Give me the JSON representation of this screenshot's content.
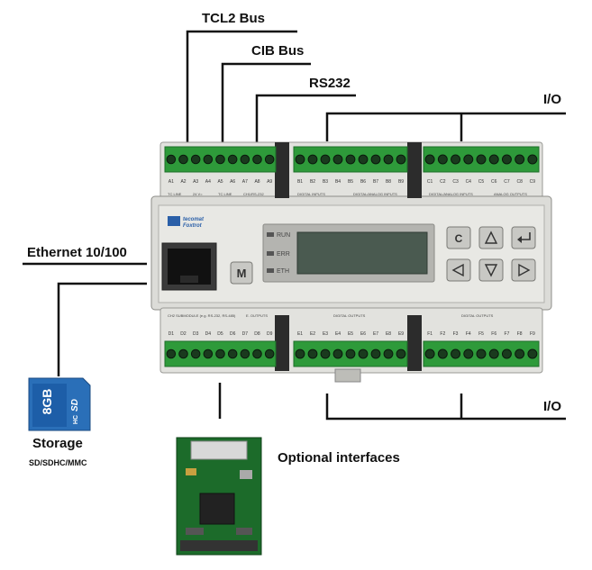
{
  "labels": {
    "tcl2_bus": "TCL2 Bus",
    "cib_bus": "CIB Bus",
    "rs232": "RS232",
    "io_top": "I/O",
    "io_bottom": "I/O",
    "ethernet": "Ethernet 10/100",
    "storage": "Storage",
    "storage_types": "SD/SDHC/MMC",
    "optional_interfaces": "Optional interfaces"
  },
  "device": {
    "brand_line1": "tecomat",
    "brand_line2": "Foxtrot",
    "led_labels": [
      "RUN",
      "ERR",
      "ETH"
    ],
    "menu_button": "M",
    "cancel_button": "C",
    "top_terminal_codes": [
      "A1",
      "A2",
      "A3",
      "A4",
      "A5",
      "A6",
      "A7",
      "A8",
      "A9",
      "B1",
      "B2",
      "B3",
      "B4",
      "B5",
      "B6",
      "B7",
      "B8",
      "B9",
      "C1",
      "C2",
      "C3",
      "C4",
      "C5",
      "C6",
      "C7",
      "C8",
      "C9"
    ],
    "bottom_terminal_codes": [
      "D1",
      "D2",
      "D3",
      "D4",
      "D5",
      "D6",
      "D7",
      "D8",
      "D9",
      "E1",
      "E2",
      "E3",
      "E4",
      "E5",
      "E6",
      "E7",
      "E8",
      "E9",
      "F1",
      "F2",
      "F3",
      "F4",
      "F5",
      "F6",
      "F7",
      "F8",
      "F9"
    ],
    "top_group_captions": [
      "TC LINE",
      "24 V=",
      "TC LINE",
      "CH1/RS-232",
      "DIGITAL INPUTS",
      "DIGITAL/ANALOG INPUTS",
      "DIGITAL/ANALOG INPUTS",
      "ANALOG OUTPUTS"
    ],
    "bottom_group_captions": [
      "CH2 SUBMODULE (e.g. RS-232, RS-485)",
      "E. OUTPUTS",
      "DIGITAL OUTPUTS",
      "DIGITAL OUTPUTS"
    ]
  },
  "sd_card": {
    "capacity": "8GB",
    "brand": "SD",
    "type": "HC"
  },
  "colors": {
    "terminal_green": "#2e9a3a",
    "terminal_dark": "#1f6e2a",
    "housing": "#dcdcd8",
    "panel": "#c9c9c5",
    "lcd": "#4a5a50",
    "pcb": "#1c6b2a",
    "sd_blue": "#2a6fb8"
  }
}
